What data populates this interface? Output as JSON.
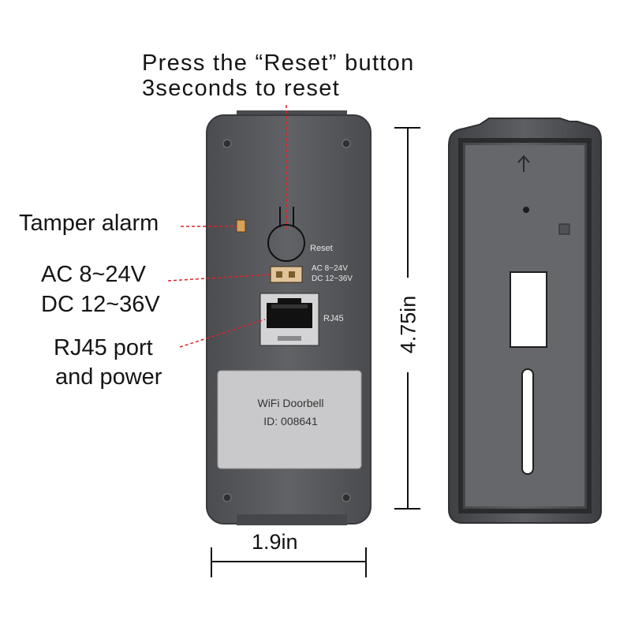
{
  "header": {
    "line1": "Press the “Reset” button",
    "line2": "3seconds to reset"
  },
  "callouts": {
    "tamper": "Tamper alarm",
    "ac": "AC 8~24V",
    "dc": "DC 12~36V",
    "rj45_line1": "RJ45 port",
    "rj45_line2": "and power"
  },
  "device": {
    "reset_label": "Reset",
    "power_label_ac": "AC 8~24V",
    "power_label_dc": "DC 12~36V",
    "rj45_label": "RJ45",
    "sticker_line1": "WiFi Doorbell",
    "sticker_line2": "ID: 008641"
  },
  "dimensions": {
    "width": "1.9in",
    "height": "4.75in"
  },
  "colors": {
    "body": "#5a5b5e",
    "callout_line": "#d9262b",
    "sticker": "#c9c9cb"
  }
}
